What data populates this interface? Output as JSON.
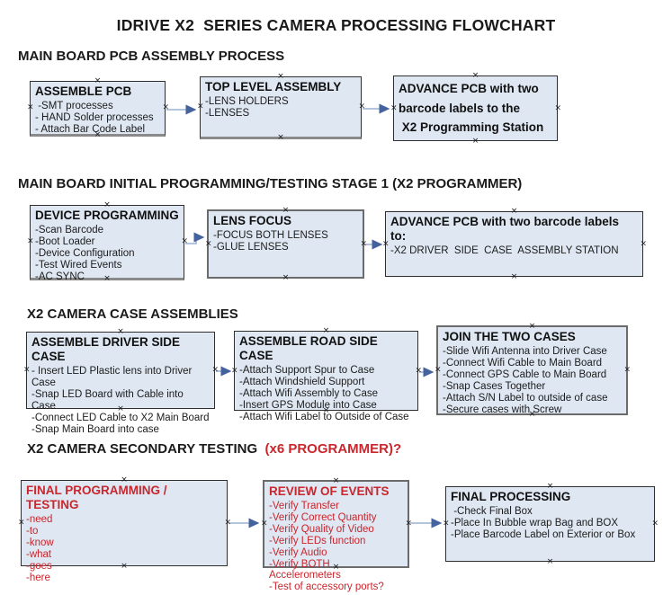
{
  "title": "IDRIVE X2  SERIES CAMERA PROCESSING FLOWCHART",
  "colors": {
    "box_fill": "#dee7f2",
    "box_border": "#2e2e2e",
    "box_border_thick": "#6b6b6b",
    "red_text": "#c9262d",
    "arrow_line": "#9cb1d4",
    "arrow_head": "#44629e"
  },
  "sections": [
    {
      "heading": "MAIN BOARD PCB ASSEMBLY PROCESS",
      "boxes": [
        {
          "title_lines": [
            "ASSEMBLE PCB"
          ],
          "items": [
            " -SMT processes",
            "- HAND Solder processes",
            "- Attach Bar Code Label"
          ]
        },
        {
          "title_lines": [
            "TOP LEVEL ASSEMBLY"
          ],
          "items": [
            "-LENS HOLDERS",
            "-LENSES"
          ]
        },
        {
          "title_lines": [
            "ADVANCE PCB with two",
            "barcode labels to the",
            " X2 Programming Station"
          ],
          "items": []
        }
      ]
    },
    {
      "heading": "MAIN BOARD INITIAL PROGRAMMING/TESTING STAGE 1 (X2 PROGRAMMER)",
      "boxes": [
        {
          "title_lines": [
            "DEVICE PROGRAMMING"
          ],
          "items": [
            "-Scan Barcode",
            "-Boot Loader",
            "-Device Configuration",
            "-Test Wired Events",
            "-AC SYNC"
          ]
        },
        {
          "title_lines": [
            "LENS FOCUS"
          ],
          "items": [
            "-FOCUS BOTH LENSES",
            "-GLUE LENSES"
          ]
        },
        {
          "title_lines": [
            "ADVANCE PCB with two barcode labels to:"
          ],
          "items": [
            "-X2 DRIVER  SIDE  CASE  ASSEMBLY STATION"
          ]
        }
      ]
    },
    {
      "heading": "X2 CAMERA CASE ASSEMBLIES",
      "boxes": [
        {
          "title_lines": [
            "ASSEMBLE DRIVER SIDE CASE"
          ],
          "items": [
            "- Insert LED Plastic lens into Driver Case",
            "-Snap LED Board with Cable into Case",
            "-Connect LED Cable to X2 Main Board",
            "-Snap Main Board into case"
          ]
        },
        {
          "title_lines": [
            "ASSEMBLE ROAD SIDE CASE"
          ],
          "items": [
            "-Attach Support Spur to Case",
            "-Attach Windshield Support",
            "-Attach Wifi Assembly to Case",
            "-Insert GPS Module into Case",
            "-Attach Wifi Label to Outside of Case"
          ]
        },
        {
          "title_lines": [
            "JOIN THE TWO CASES"
          ],
          "items": [
            "-Slide Wifi Antenna into Driver Case",
            "-Connect Wifi Cable to Main Board",
            "-Connect GPS Cable to Main Board",
            "-Snap Cases Together",
            "-Attach S/N Label to outside of case",
            "-Secure cases with Screw"
          ]
        }
      ]
    },
    {
      "heading": "X2 CAMERA SECONDARY TESTING  ",
      "heading_red": "(x6 PROGRAMMER)?",
      "boxes": [
        {
          "title_lines": [
            "FINAL PROGRAMMING / TESTING"
          ],
          "items": [
            "-need",
            "-to",
            "-know",
            "-what",
            "-goes",
            "-here"
          ]
        },
        {
          "title_lines": [
            "REVIEW OF EVENTS"
          ],
          "items": [
            "-Verify Transfer",
            "-Verify Correct Quantity",
            "-Verify Quality of Video",
            "-Verify LEDs function",
            "-Verify Audio",
            "-Verify BOTH Accelerometers",
            "-Test of accessory ports?"
          ]
        },
        {
          "title_lines": [
            "FINAL PROCESSING"
          ],
          "items": [
            " -Check Final Box",
            "-Place In Bubble wrap Bag and BOX",
            "-Place Barcode Label on Exterior or Box"
          ]
        }
      ]
    }
  ]
}
